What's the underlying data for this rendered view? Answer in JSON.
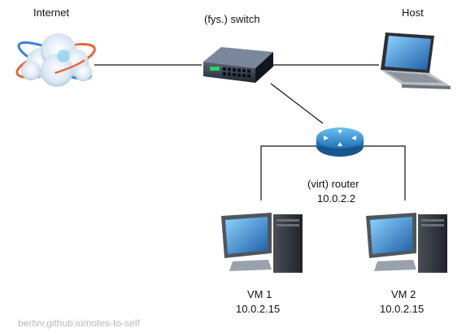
{
  "nodes": {
    "internet": {
      "label": "Internet",
      "icon": "cloud-globe-icon"
    },
    "switch": {
      "label": "(fys.) switch",
      "icon": "network-switch-icon"
    },
    "host": {
      "label": "Host",
      "icon": "laptop-icon"
    },
    "router": {
      "label": "(virt) router",
      "ip": "10.0.2.2",
      "icon": "router-icon"
    },
    "vm1": {
      "label": "VM 1",
      "ip": "10.0.2.15",
      "icon": "desktop-computer-icon"
    },
    "vm2": {
      "label": "VM 2",
      "ip": "10.0.2.15",
      "icon": "desktop-computer-icon"
    }
  },
  "edges": [
    {
      "from": "internet",
      "to": "switch"
    },
    {
      "from": "switch",
      "to": "host"
    },
    {
      "from": "switch",
      "to": "router"
    },
    {
      "from": "router",
      "to": "vm1"
    },
    {
      "from": "router",
      "to": "vm2"
    }
  ],
  "watermark": "bertvv.github.io/notes-to-self",
  "colors": {
    "line": "#111111",
    "router": "#2f8fd6",
    "monitor": "#3f83c9",
    "switch": "#2f3a4a"
  }
}
